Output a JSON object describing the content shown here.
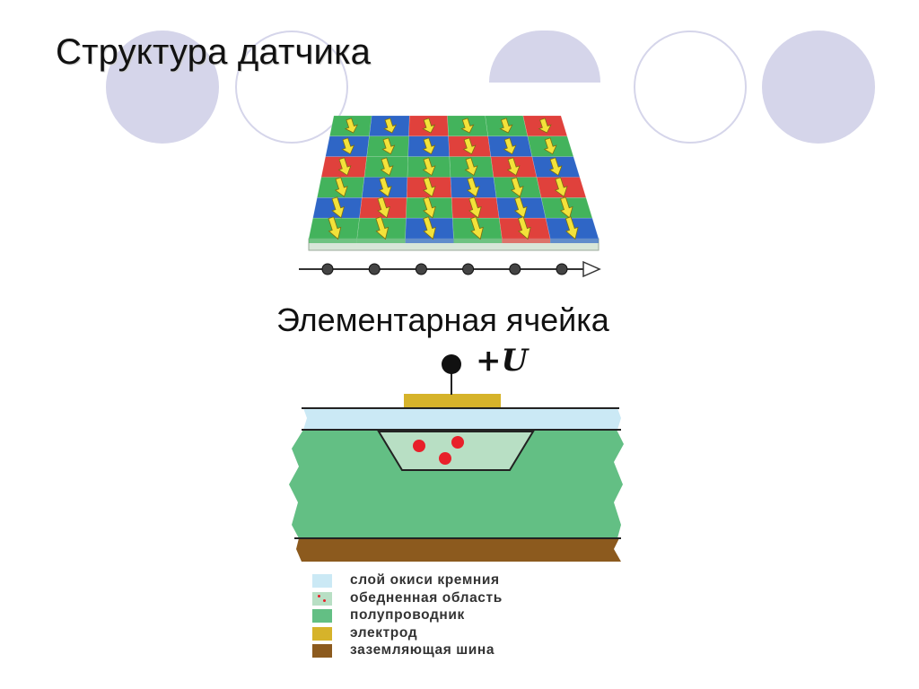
{
  "title": "Структура датчика",
  "subtitle": "Элементарная ячейка",
  "voltage_label": "+U",
  "colors": {
    "decor_fill": "#d5d5ea",
    "decor_stroke": "#d5d5ea",
    "pixel_red": "#e0413c",
    "pixel_green": "#43b35c",
    "pixel_blue": "#2f66c6",
    "arrow": "#f3e23a",
    "oxide": "#cbe9f5",
    "depletion": "#b8dfc4",
    "semiconductor": "#63bf84",
    "electrode": "#d6b32a",
    "ground": "#8c5a1e",
    "charge": "#e8202a"
  },
  "sensor_grid": {
    "rows": [
      [
        "green",
        "blue",
        "red",
        "green",
        "green",
        "red"
      ],
      [
        "blue",
        "green",
        "blue",
        "red",
        "blue",
        "green"
      ],
      [
        "red",
        "green",
        "green",
        "green",
        "red",
        "blue"
      ],
      [
        "green",
        "blue",
        "red",
        "blue",
        "green",
        "red"
      ],
      [
        "blue",
        "red",
        "green",
        "red",
        "blue",
        "green"
      ],
      [
        "green",
        "green",
        "blue",
        "green",
        "red",
        "blue"
      ]
    ],
    "arrow_icon": "down-right-arrow-icon"
  },
  "readout": {
    "node_count": 6,
    "arrow_icon": "hollow-arrow-right-icon"
  },
  "legend": [
    {
      "label": "слой окиси кремния",
      "color": "#cbe9f5",
      "icon": "swatch"
    },
    {
      "label": "обедненная область",
      "color": "#b8dfc4",
      "icon": "swatch-with-dots"
    },
    {
      "label": "полупроводник",
      "color": "#63bf84",
      "icon": "swatch"
    },
    {
      "label": "электрод",
      "color": "#d6b32a",
      "icon": "swatch"
    },
    {
      "label": "заземляющая шина",
      "color": "#8c5a1e",
      "icon": "swatch"
    }
  ]
}
